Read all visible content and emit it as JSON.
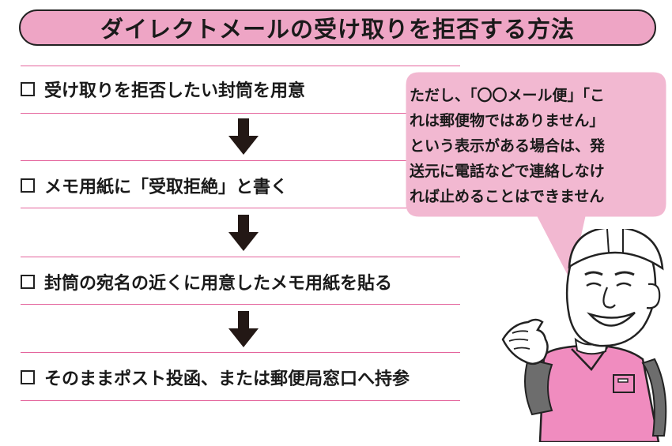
{
  "title": "ダイレクトメールの受け取りを拒否する方法",
  "steps": [
    {
      "label": "受け取りを拒否したい封筒を用意"
    },
    {
      "label": "メモ用紙に「受取拒絶」と書く"
    },
    {
      "label": "封筒の宛名の近くに用意したメモ用紙を貼る"
    },
    {
      "label": "そのままポスト投函、または郵便局窓口へ持参"
    }
  ],
  "note": {
    "lines": [
      "ただし、「〇〇メール便」「こ",
      "れは郵便物ではありません」",
      "という表示がある場合は、発",
      "送元に電話などで連絡しなけ",
      "れば止めることはできません"
    ]
  },
  "colors": {
    "title_fill": "#eea5c5",
    "rule": "#e4649c",
    "bubble_fill": "#f2b8d1",
    "shirt": "#f08cbf",
    "arrow": "#231815"
  },
  "icons": {
    "checkbox": "checkbox-icon",
    "arrow": "down-arrow-icon",
    "person": "worker-man-illustration"
  }
}
